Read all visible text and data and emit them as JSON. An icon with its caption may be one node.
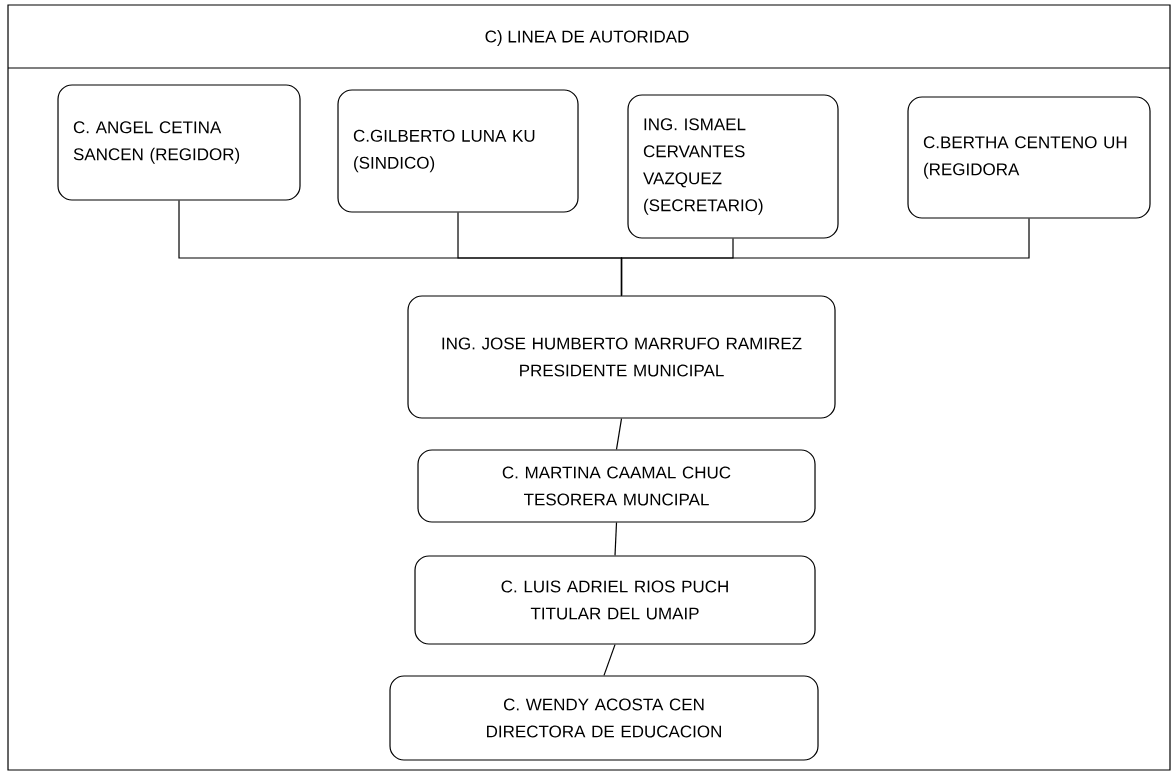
{
  "diagram": {
    "title": "C)   LINEA DE AUTORIDAD",
    "nodes": [
      {
        "text": [
          "C. ANGEL CETINA SANCEN (REGIDOR)"
        ]
      },
      {
        "text": [
          "C.GILBERTO LUNA KU (SINDICO)"
        ]
      },
      {
        "text": [
          "ING. ISMAEL CERVANTES VAZQUEZ (SECRETARIO)"
        ]
      },
      {
        "text": [
          "C.BERTHA CENTENO UH (REGIDORA"
        ]
      },
      {
        "text": [
          "ING. JOSE HUMBERTO MARRUFO RAMIREZ",
          "PRESIDENTE MUNICIPAL"
        ]
      },
      {
        "text": [
          "C. MARTINA CAAMAL CHUC",
          "TESORERA MUNCIPAL"
        ]
      },
      {
        "text": [
          "C. LUIS ADRIEL RIOS PUCH",
          "TITULAR DEL UMAIP"
        ]
      },
      {
        "text": [
          "C. WENDY ACOSTA CEN",
          "DIRECTORA DE EDUCACION"
        ]
      }
    ],
    "edges": [
      {
        "from": 0,
        "to": 4,
        "arrow": "none"
      },
      {
        "from": 1,
        "to": 4,
        "arrow": "none"
      },
      {
        "from": 2,
        "to": 4,
        "arrow": "none"
      },
      {
        "from": 3,
        "to": 4,
        "arrow": "none"
      },
      {
        "from": 4,
        "to": 5,
        "arrow": "none"
      },
      {
        "from": 5,
        "to": 6,
        "arrow": "none"
      },
      {
        "from": 6,
        "to": 7,
        "arrow": "none"
      }
    ]
  }
}
